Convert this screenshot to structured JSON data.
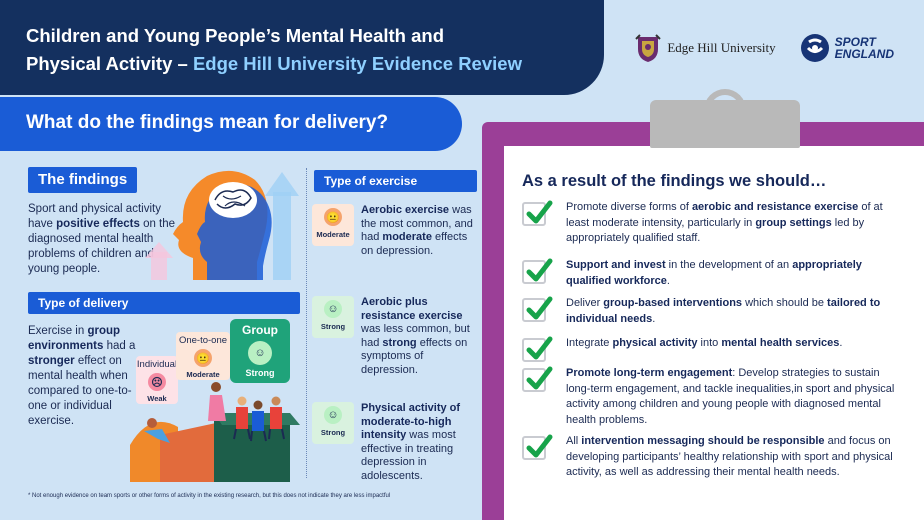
{
  "header": {
    "title_line1": "Children and Young People’s Mental Health and",
    "title_line2_a": "Physical Activity – ",
    "title_line2_b": "Edge Hill University Evidence Review",
    "logo_edge": "Edge Hill University",
    "logo_sport_1": "SPORT",
    "logo_sport_2": "ENGLAND"
  },
  "question": "What do the findings mean for delivery?",
  "findings": {
    "tag": "The findings",
    "text": [
      "Sport and physical activity have ",
      "positive effects",
      " on the diagnosed mental health problems of children and young people."
    ]
  },
  "delivery": {
    "heading": "Type of delivery",
    "text": [
      "Exercise in ",
      "group environments",
      " had a ",
      "stronger",
      " effect on mental health when compared to one-to-one or individual exercise."
    ],
    "cards": {
      "individual": {
        "label": "Individual",
        "level": "Weak"
      },
      "one_to_one": {
        "label": "One-to-one",
        "level": "Moderate"
      },
      "group": {
        "label": "Group",
        "level": "Strong"
      }
    }
  },
  "exercise": {
    "heading": "Type of exercise",
    "items": [
      {
        "level": "Moderate",
        "title": "Aerobic exercise",
        "text_a": " was the most common, and had ",
        "bold": "moderate",
        "text_b": " effects on depression."
      },
      {
        "level": "Strong",
        "title": "Aerobic plus resistance exercise",
        "text_a": " was less common, but had ",
        "bold": "strong",
        "text_b": " effects on symptoms of depression."
      },
      {
        "level": "Strong",
        "title": "Physical activity of moderate-to-high intensity",
        "text_a": " was most effective in treating depression in adolescents.",
        "bold": "",
        "text_b": ""
      }
    ]
  },
  "footnote": "* Not enough evidence on team sports or other forms of activity in the existing research, but this does not indicate they are less impactful",
  "results": {
    "title": "As a result of the findings we should…",
    "items": [
      {
        "parts": [
          "Promote diverse forms of ",
          "aerobic and resistance exercise",
          " of at least moderate intensity, particularly in ",
          "group settings",
          " led by appropriately qualified staff."
        ]
      },
      {
        "parts": [
          "",
          "Support and invest",
          " in the development of an ",
          "appropriately qualified workforce",
          "."
        ]
      },
      {
        "parts": [
          "Deliver ",
          "group-based interventions",
          " which should be ",
          "tailored to individual needs",
          "."
        ]
      },
      {
        "parts": [
          "Integrate ",
          "physical activity",
          " into ",
          "mental health services",
          "."
        ]
      },
      {
        "parts": [
          "",
          "Promote long-term engagement",
          ": Develop strategies to sustain long-term engagement, and tackle inequalities,in sport and physical activity among children and young people with diagnosed mental health problems.",
          "",
          ""
        ]
      },
      {
        "parts": [
          "All ",
          "intervention messaging should be responsible",
          " and focus on developing participants’ healthy relationship with sport and physical activity, as well as addressing their mental health needs.",
          "",
          ""
        ]
      }
    ]
  },
  "colors": {
    "navy": "#14305f",
    "blue": "#1a5cd6",
    "purple": "#9b3f97",
    "green": "#1fa37a",
    "check": "#17a34a"
  }
}
